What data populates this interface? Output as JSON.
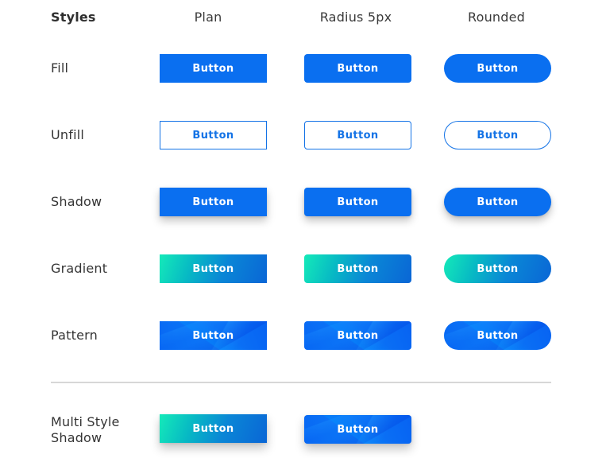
{
  "header": {
    "styles": "Styles",
    "columns": [
      "Plan",
      "Radius 5px",
      "Rounded"
    ]
  },
  "rows": [
    {
      "label": "Fill",
      "style": "fill",
      "buttons": [
        "Button",
        "Button",
        "Button"
      ]
    },
    {
      "label": "Unfill",
      "style": "unfill",
      "buttons": [
        "Button",
        "Button",
        "Button"
      ]
    },
    {
      "label": "Shadow",
      "style": "shadow",
      "buttons": [
        "Button",
        "Button",
        "Button"
      ]
    },
    {
      "label": "Gradient",
      "style": "gradient",
      "buttons": [
        "Button",
        "Button",
        "Button"
      ]
    },
    {
      "label": "Pattern",
      "style": "pattern",
      "buttons": [
        "Button",
        "Button",
        "Button"
      ]
    }
  ],
  "multi_style_shadow": {
    "label_line1": "Multi Style",
    "label_line2": "Shadow",
    "buttons": [
      "Button",
      "Button"
    ]
  },
  "colors": {
    "primary_blue": "#0a6ff0",
    "outline_blue": "#1473e6",
    "gradient_start": "#14eab9",
    "gradient_end": "#0a66d6",
    "divider": "#d7d7d7",
    "text": "#353535"
  }
}
